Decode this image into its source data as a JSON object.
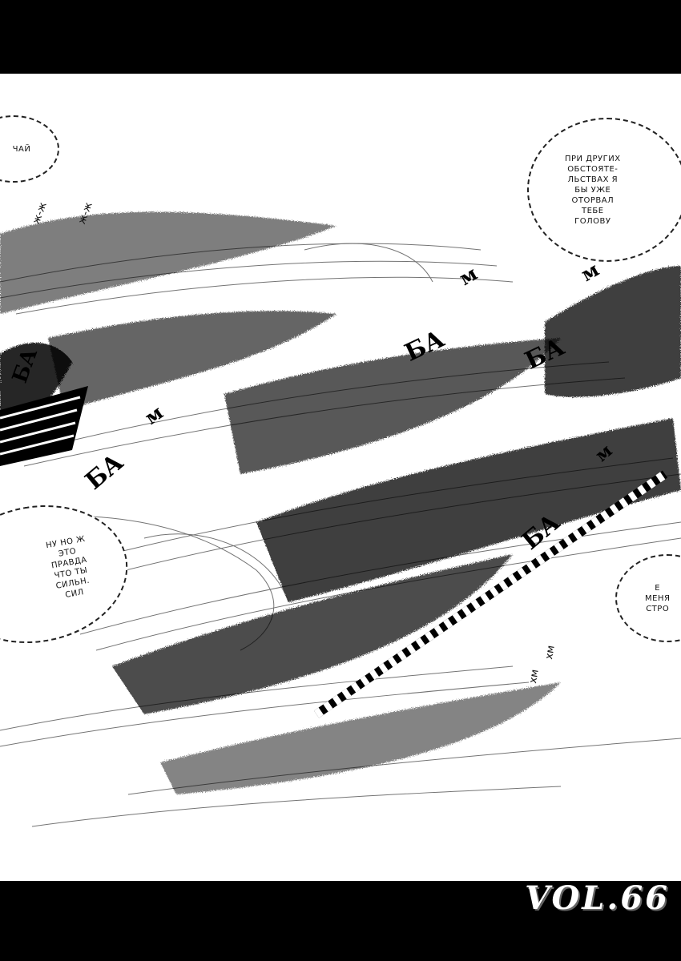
{
  "bubbles": {
    "top_left": "ЧАЙ",
    "top_right": "ПРИ ДРУГИХ\nОБСТОЯТЕ-\nЛЬСТВАХ Я\nБЫ УЖЕ\nОТОРВАЛ\nТЕБЕ\nГОЛОВУ",
    "mid_left": "НУ НО Ж\nЭТО\nПРАВДА\nЧТО ТЫ\nСИЛЬН.\nСИЛ",
    "bottom_right": "Е\nМЕНЯ\nСТРО"
  },
  "sfx": {
    "ba_1": "БА",
    "ba_2": "БА",
    "ba_3": "БА",
    "ba_4": "БА",
    "ba_5": "БА",
    "m_1": "м",
    "m_2": "м",
    "m_3": "м",
    "m_4": "м",
    "shiver_1": "ж-ж",
    "shiver_2": "ж-ж",
    "hm_1": "хм",
    "hm_2": "хм"
  },
  "footer": {
    "volume": "VOL.66"
  }
}
